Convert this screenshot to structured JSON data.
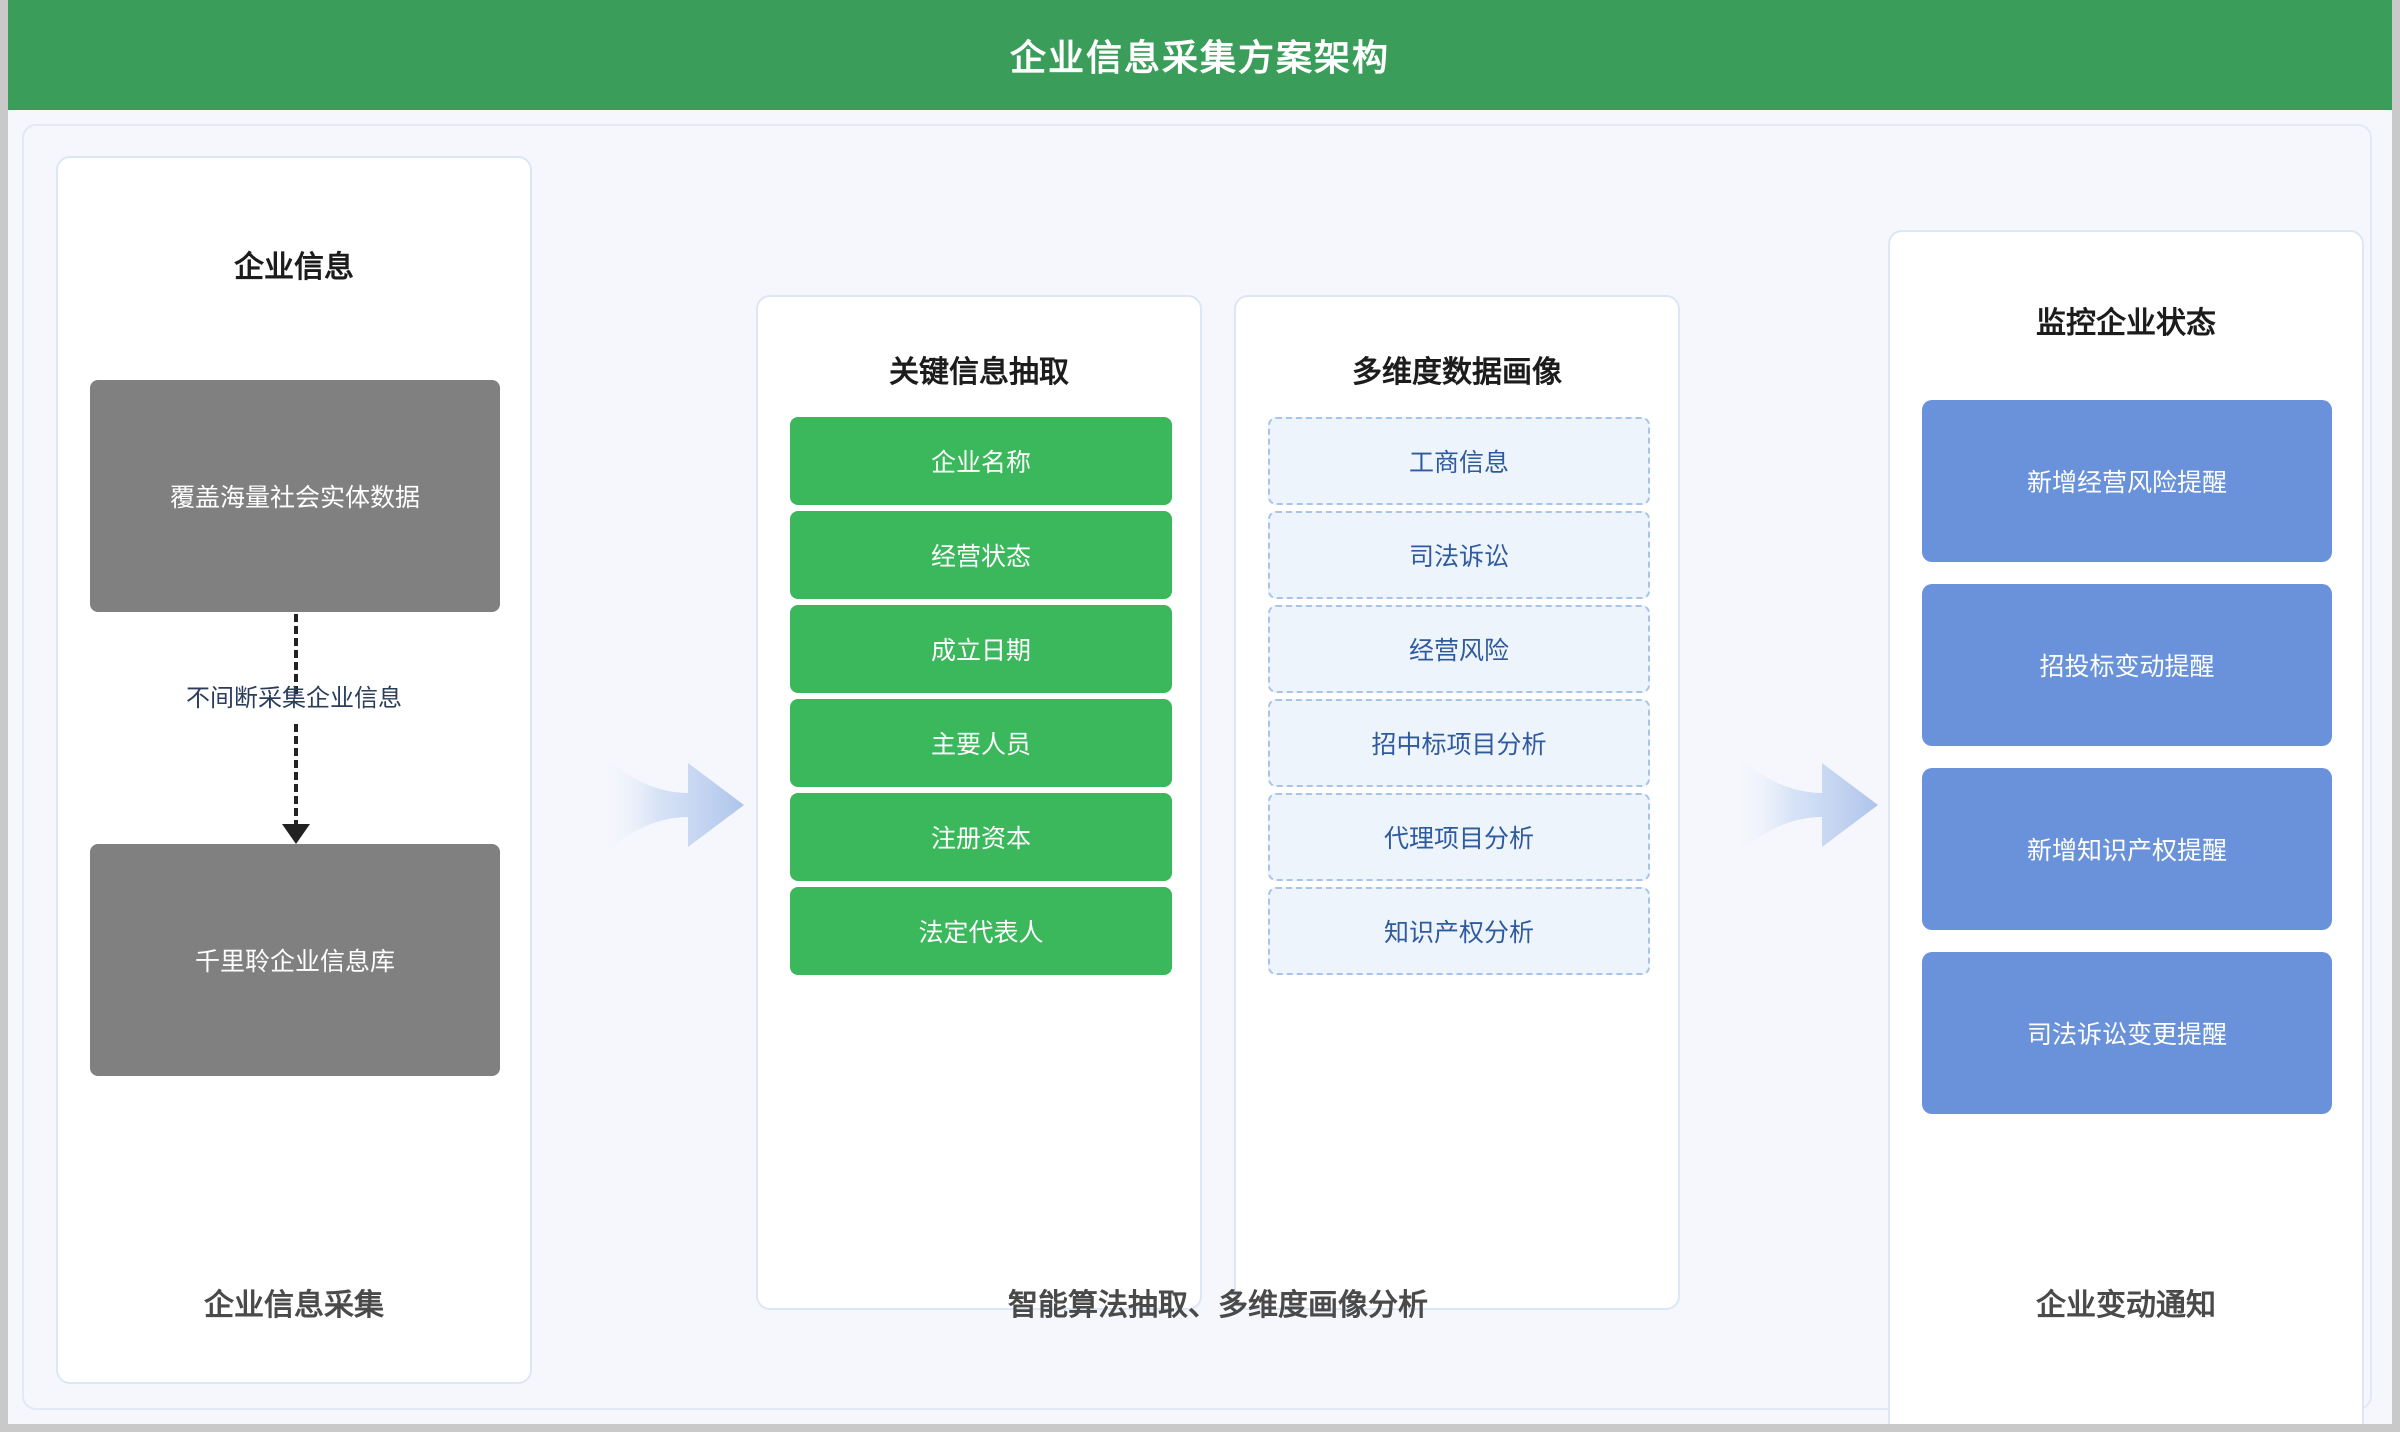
{
  "header": {
    "title": "企业信息采集方案架构"
  },
  "theme": {
    "header_green": "#3a9e5a",
    "accent_green": "#3bb85c",
    "accent_blue": "#6a92da",
    "gray_box": "#808080",
    "dashed_fill": "#eef4fc",
    "dashed_border": "#a9c4e8",
    "page_bg": "#f6f7fc"
  },
  "columns": {
    "source": {
      "title": "企业信息",
      "boxes": [
        {
          "label": "覆盖海量社会实体数据"
        },
        {
          "label": "千里聆企业信息库"
        }
      ],
      "flow_label": "不间断采集企业信息",
      "caption": "企业信息采集"
    },
    "extract": {
      "title": "关键信息抽取",
      "items": [
        {
          "label": "企业名称"
        },
        {
          "label": "经营状态"
        },
        {
          "label": "成立日期"
        },
        {
          "label": "主要人员"
        },
        {
          "label": "注册资本"
        },
        {
          "label": "法定代表人"
        }
      ]
    },
    "profile": {
      "title": "多维度数据画像",
      "items": [
        {
          "label": "工商信息"
        },
        {
          "label": "司法诉讼"
        },
        {
          "label": "经营风险"
        },
        {
          "label": "招中标项目分析"
        },
        {
          "label": "代理项目分析"
        },
        {
          "label": "知识产权分析"
        }
      ]
    },
    "middle_caption": "智能算法抽取、多维度画像分析",
    "monitor": {
      "title": "监控企业状态",
      "items": [
        {
          "label": "新增经营风险提醒"
        },
        {
          "label": "招投标变动提醒"
        },
        {
          "label": "新增知识产权提醒"
        },
        {
          "label": "司法诉讼变更提醒"
        }
      ],
      "caption": "企业变动通知"
    }
  }
}
